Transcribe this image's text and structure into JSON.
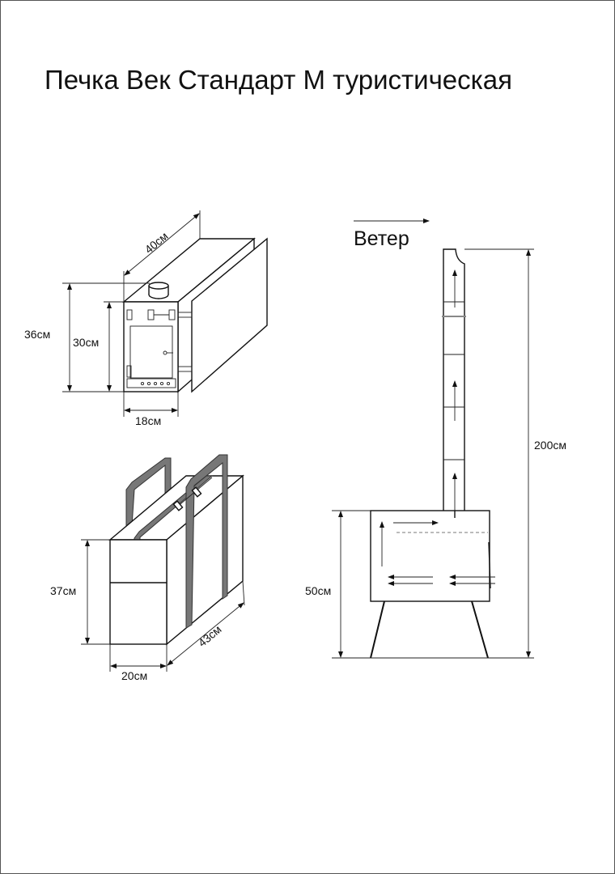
{
  "title": "Печка Век Стандарт М туристическая",
  "wind_label": "Ветер",
  "stove_dims": {
    "depth": "40см",
    "height_total": "36см",
    "height_body": "30см",
    "width": "18см"
  },
  "bag_dims": {
    "height": "37см",
    "width": "20см",
    "length": "43см"
  },
  "installed_dims": {
    "chimney_height": "200см",
    "stove_height": "50см"
  }
}
